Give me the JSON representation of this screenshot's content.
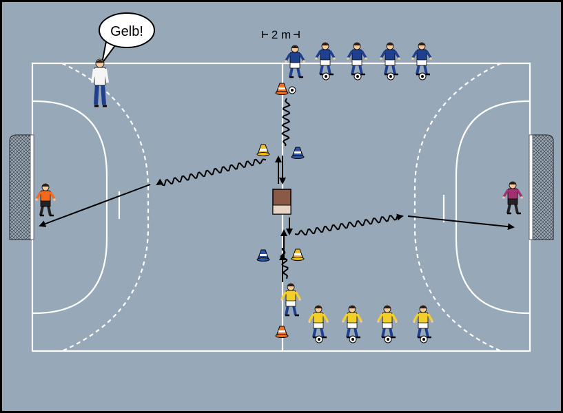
{
  "coach_call": "Gelb!",
  "distance_label": "2 m",
  "colors": {
    "court": "#97a8b8",
    "lines": "#ffffff",
    "blue_team": "#1f3f8f",
    "yellow_team": "#f2cf2a",
    "keeper_left": "#f26a1b",
    "keeper_right": "#a0306e",
    "cone_orange": "#f07020",
    "cone_blue": "#2a55a8",
    "cone_yellow": "#f0c020",
    "box": "#8a5a48"
  },
  "icons": [
    "coach-figure",
    "goalkeeper-figure",
    "player-figure",
    "cone-icon",
    "ball-icon",
    "goal-net",
    "obstacle-box"
  ]
}
